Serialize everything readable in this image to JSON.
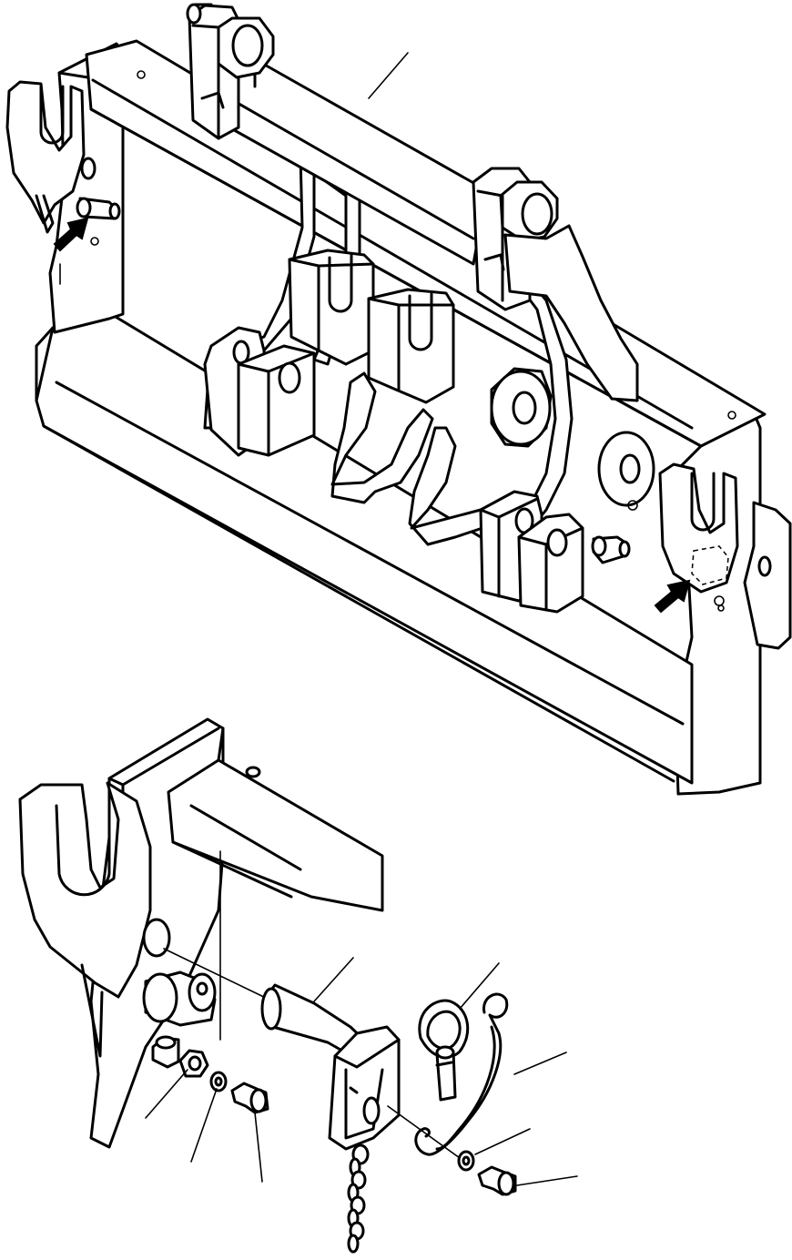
{
  "diagram": {
    "view": "exploded-assembly",
    "colors": {
      "line": "#000000",
      "background": "#ffffff"
    },
    "callouts": [
      {
        "id": "frame-top-bar"
      },
      {
        "id": "locking-pin"
      },
      {
        "id": "lynch-pin"
      },
      {
        "id": "retaining-cable"
      },
      {
        "id": "cable-washer"
      },
      {
        "id": "cable-bolt"
      },
      {
        "id": "spacer-nut"
      },
      {
        "id": "spacer-washer"
      },
      {
        "id": "spacer-bolt"
      }
    ],
    "arrows": [
      {
        "id": "left-pin-arrow",
        "icon": "arrow-icon"
      },
      {
        "id": "right-pin-arrow",
        "icon": "arrow-icon"
      }
    ]
  }
}
